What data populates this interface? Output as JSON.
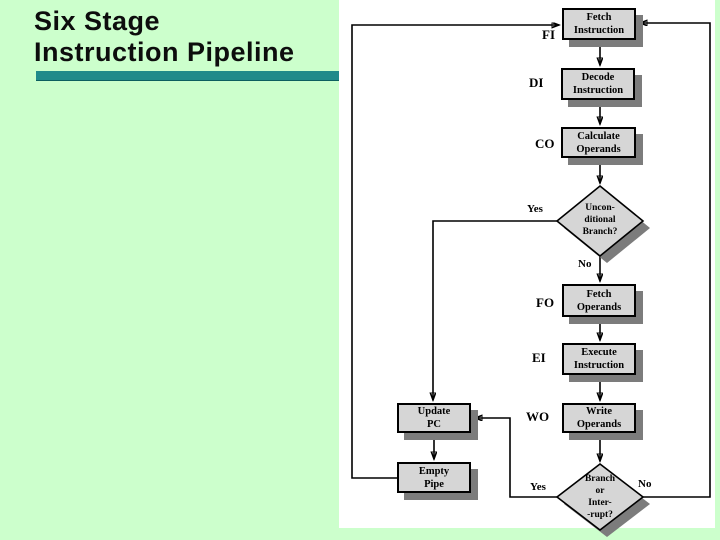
{
  "slide": {
    "title": {
      "line1": "Six Stage",
      "line2": "Instruction Pipeline",
      "color": "#0d0d0d"
    },
    "accent_bar_color": "#1f8a8a",
    "background_color": "#ccffcc"
  },
  "flowchart": {
    "panel_color": "#ffffff",
    "box_fill_color": "#d6d6d6",
    "shadow_color": "#7c7c7c",
    "line_color": "#000000",
    "stages": [
      {
        "label": "FI",
        "box": "Fetch\nInstruction"
      },
      {
        "label": "DI",
        "box": "Decode\nInstruction"
      },
      {
        "label": "CO",
        "box": "Calculate\nOperands"
      },
      {
        "label": "FO",
        "box": "Fetch\nOperands"
      },
      {
        "label": "EI",
        "box": "Execute\nInstruction"
      },
      {
        "label": "WO",
        "box": "Write\nOperands"
      }
    ],
    "side_boxes": [
      {
        "box": "Update\nPC"
      },
      {
        "box": "Empty\nPipe"
      }
    ],
    "decisions": [
      {
        "box": "Uncon-\nditional\nBranch?",
        "yes": "Yes",
        "no": "No"
      },
      {
        "box": "Branch\nor\nInter-\n-rupt?",
        "yes": "Yes",
        "no": "No"
      }
    ]
  }
}
